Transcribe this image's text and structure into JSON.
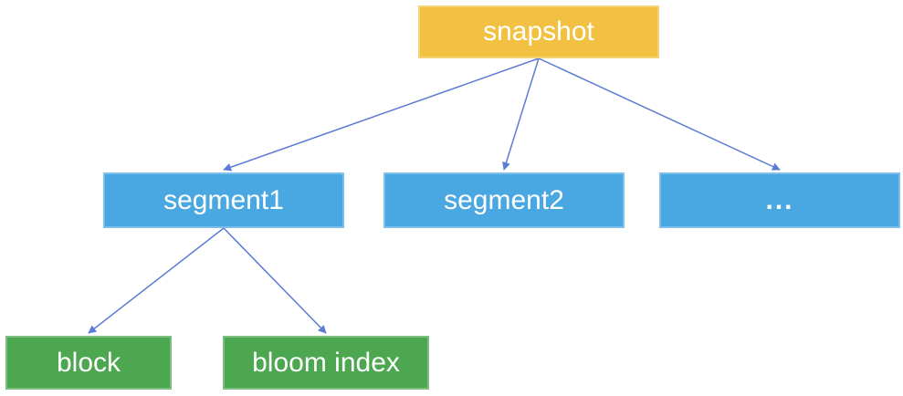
{
  "diagram": {
    "type": "tree",
    "text_color": "#FFFFFF",
    "arrow_color": "#5B7BD5",
    "nodes": {
      "snapshot": {
        "label": "snapshot",
        "color": "#F2C142",
        "level": 0
      },
      "segment1": {
        "label": "segment1",
        "color": "#49A7E2",
        "level": 1
      },
      "segment2": {
        "label": "segment2",
        "color": "#49A7E2",
        "level": 1
      },
      "more": {
        "label": "...",
        "color": "#49A7E2",
        "level": 1
      },
      "block": {
        "label": "block",
        "color": "#4CA750",
        "level": 2
      },
      "bloom_index": {
        "label": "bloom index",
        "color": "#4CA750",
        "level": 2
      }
    },
    "edges": [
      {
        "from": "snapshot",
        "to": "segment1"
      },
      {
        "from": "snapshot",
        "to": "segment2"
      },
      {
        "from": "snapshot",
        "to": "more"
      },
      {
        "from": "segment1",
        "to": "block"
      },
      {
        "from": "segment1",
        "to": "bloom_index"
      }
    ]
  }
}
